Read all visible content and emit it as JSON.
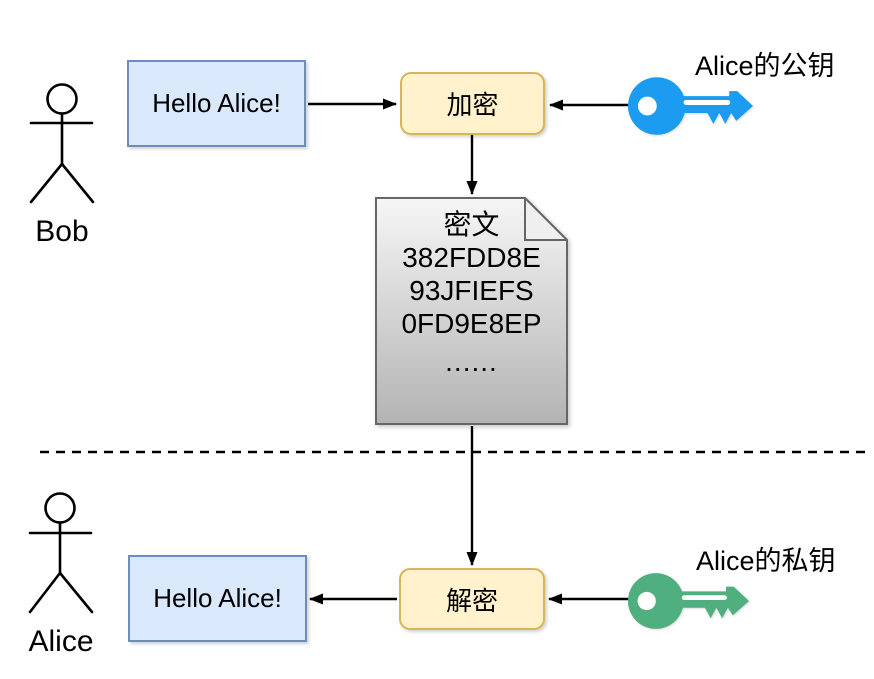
{
  "diagram_title": "asymmetric-encryption-flow",
  "actors": {
    "sender": {
      "name": "Bob"
    },
    "receiver": {
      "name": "Alice"
    }
  },
  "encrypt_flow": {
    "message": "Hello Alice!",
    "operation": "加密",
    "key_label": "Alice的公钥"
  },
  "decrypt_flow": {
    "message": "Hello Alice!",
    "operation": "解密",
    "key_label": "Alice的私钥"
  },
  "ciphertext_document": {
    "title": "密文",
    "lines": [
      "382FDD8E",
      "93JFIEFS",
      "0FD9E8EP",
      "......"
    ]
  },
  "icons": {
    "public_key": "key-icon",
    "private_key": "key-icon"
  },
  "colors": {
    "background": "#ffffff",
    "message_box_fill": "#dae8fc",
    "message_box_border": "#6c8ebf",
    "crypto_box_fill": "#fff2cc",
    "crypto_box_border": "#d6b656",
    "document_fill_top": "#f6f6f6",
    "document_fill_bottom": "#b3b3b3",
    "document_border": "#666666",
    "public_key": "#1b9cf0",
    "private_key": "#4faf7f",
    "line": "#000000"
  }
}
